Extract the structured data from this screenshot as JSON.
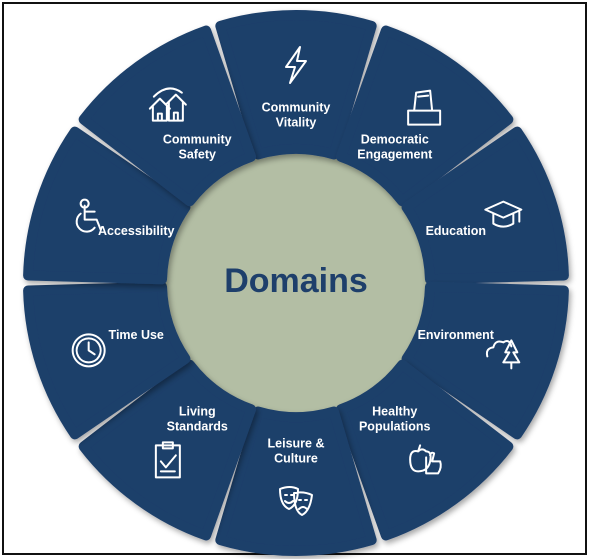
{
  "center": {
    "label": "Domains"
  },
  "colors": {
    "segment": "#1e3f6b",
    "hub": "#b3bea4",
    "hub_shadow": "#a3ad92",
    "text": "#ffffff"
  },
  "domains": [
    {
      "lines": [
        "Community",
        "Vitality"
      ],
      "icon": "lightning-icon"
    },
    {
      "lines": [
        "Democratic",
        "Engagement"
      ],
      "icon": "ballot-box-icon"
    },
    {
      "lines": [
        "Education"
      ],
      "icon": "graduation-cap-icon"
    },
    {
      "lines": [
        "Environment"
      ],
      "icon": "cloud-tree-icon"
    },
    {
      "lines": [
        "Healthy",
        "Populations"
      ],
      "icon": "apple-thumbs-up-icon"
    },
    {
      "lines": [
        "Leisure &",
        "Culture"
      ],
      "icon": "theatre-masks-icon"
    },
    {
      "lines": [
        "Living",
        "Standards"
      ],
      "icon": "clipboard-check-icon"
    },
    {
      "lines": [
        "Time Use"
      ],
      "icon": "watch-icon"
    },
    {
      "lines": [
        "Accessibility"
      ],
      "icon": "wheelchair-icon"
    },
    {
      "lines": [
        "Community",
        "Safety"
      ],
      "icon": "houses-icon"
    }
  ]
}
